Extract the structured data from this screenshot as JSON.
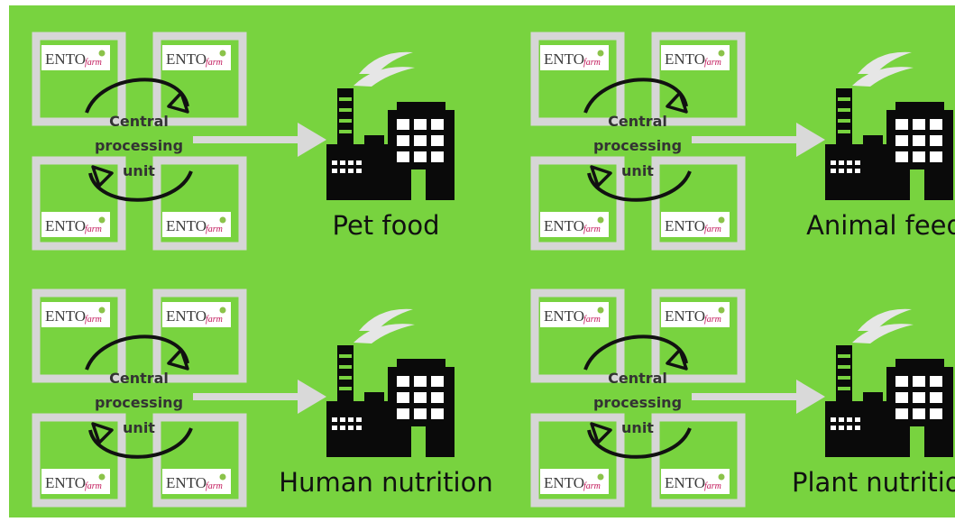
{
  "colors": {
    "background": "#78d33f",
    "frame": "#d6d6d6",
    "arrow": "#d9d9d9",
    "factory": "#0a0a0a",
    "smoke": "#e6e6e6",
    "logo_leaf": "#8bc34a"
  },
  "logo": {
    "main": "ENTO",
    "sub": "farm"
  },
  "cpu_lines": [
    "Central",
    "processing",
    "unit"
  ],
  "panels": [
    {
      "product": "Pet food"
    },
    {
      "product": "Animal feed"
    },
    {
      "product": "Human nutrition"
    },
    {
      "product": "Plant nutrition"
    }
  ]
}
